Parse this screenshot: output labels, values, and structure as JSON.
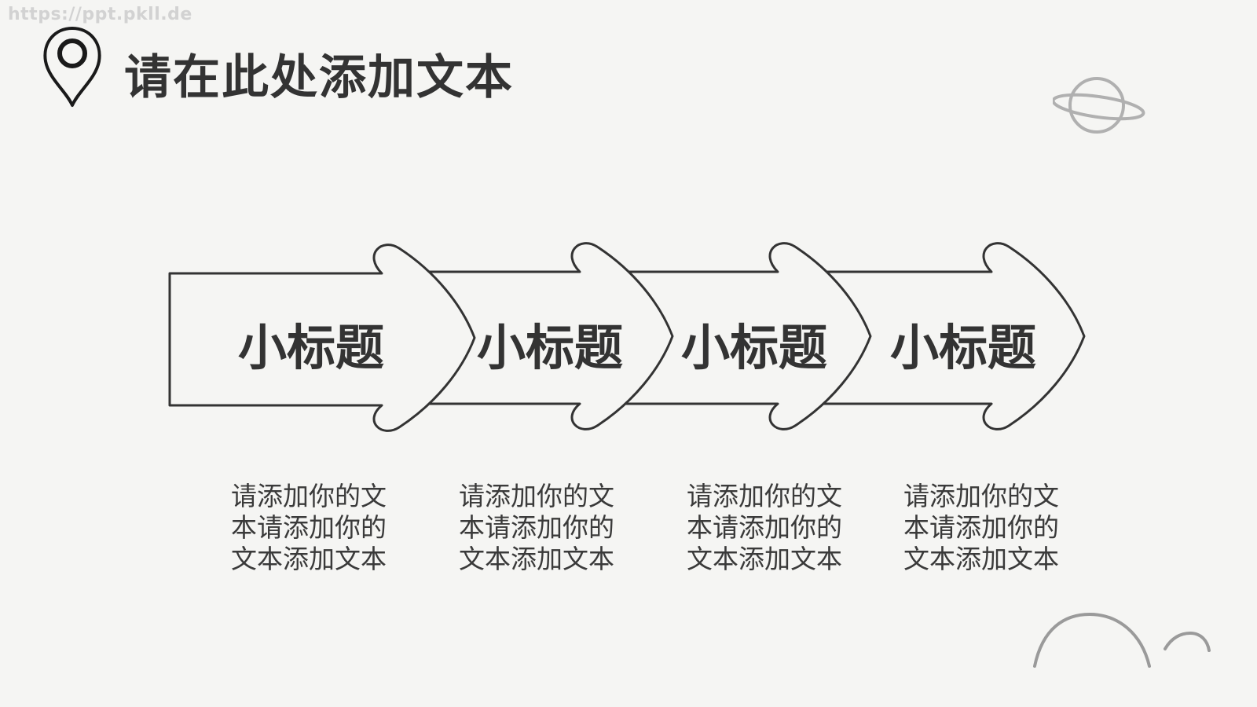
{
  "watermark": "https://ppt.pkll.de",
  "title": "请在此处添加文本",
  "icons": {
    "pin": "map-pin-icon",
    "planet": "planet-icon",
    "hills": "hills-icon"
  },
  "colors": {
    "background": "#f5f5f3",
    "stroke": "#333333",
    "text": "#333333",
    "decor": "#b0b0b0"
  },
  "steps": [
    {
      "title": "小标题",
      "desc": "请添加你的文本请添加你的文本添加文本"
    },
    {
      "title": "小标题",
      "desc": "请添加你的文本请添加你的文本添加文本"
    },
    {
      "title": "小标题",
      "desc": "请添加你的文本请添加你的文本添加文本"
    },
    {
      "title": "小标题",
      "desc": "请添加你的文本请添加你的文本添加文本"
    }
  ]
}
